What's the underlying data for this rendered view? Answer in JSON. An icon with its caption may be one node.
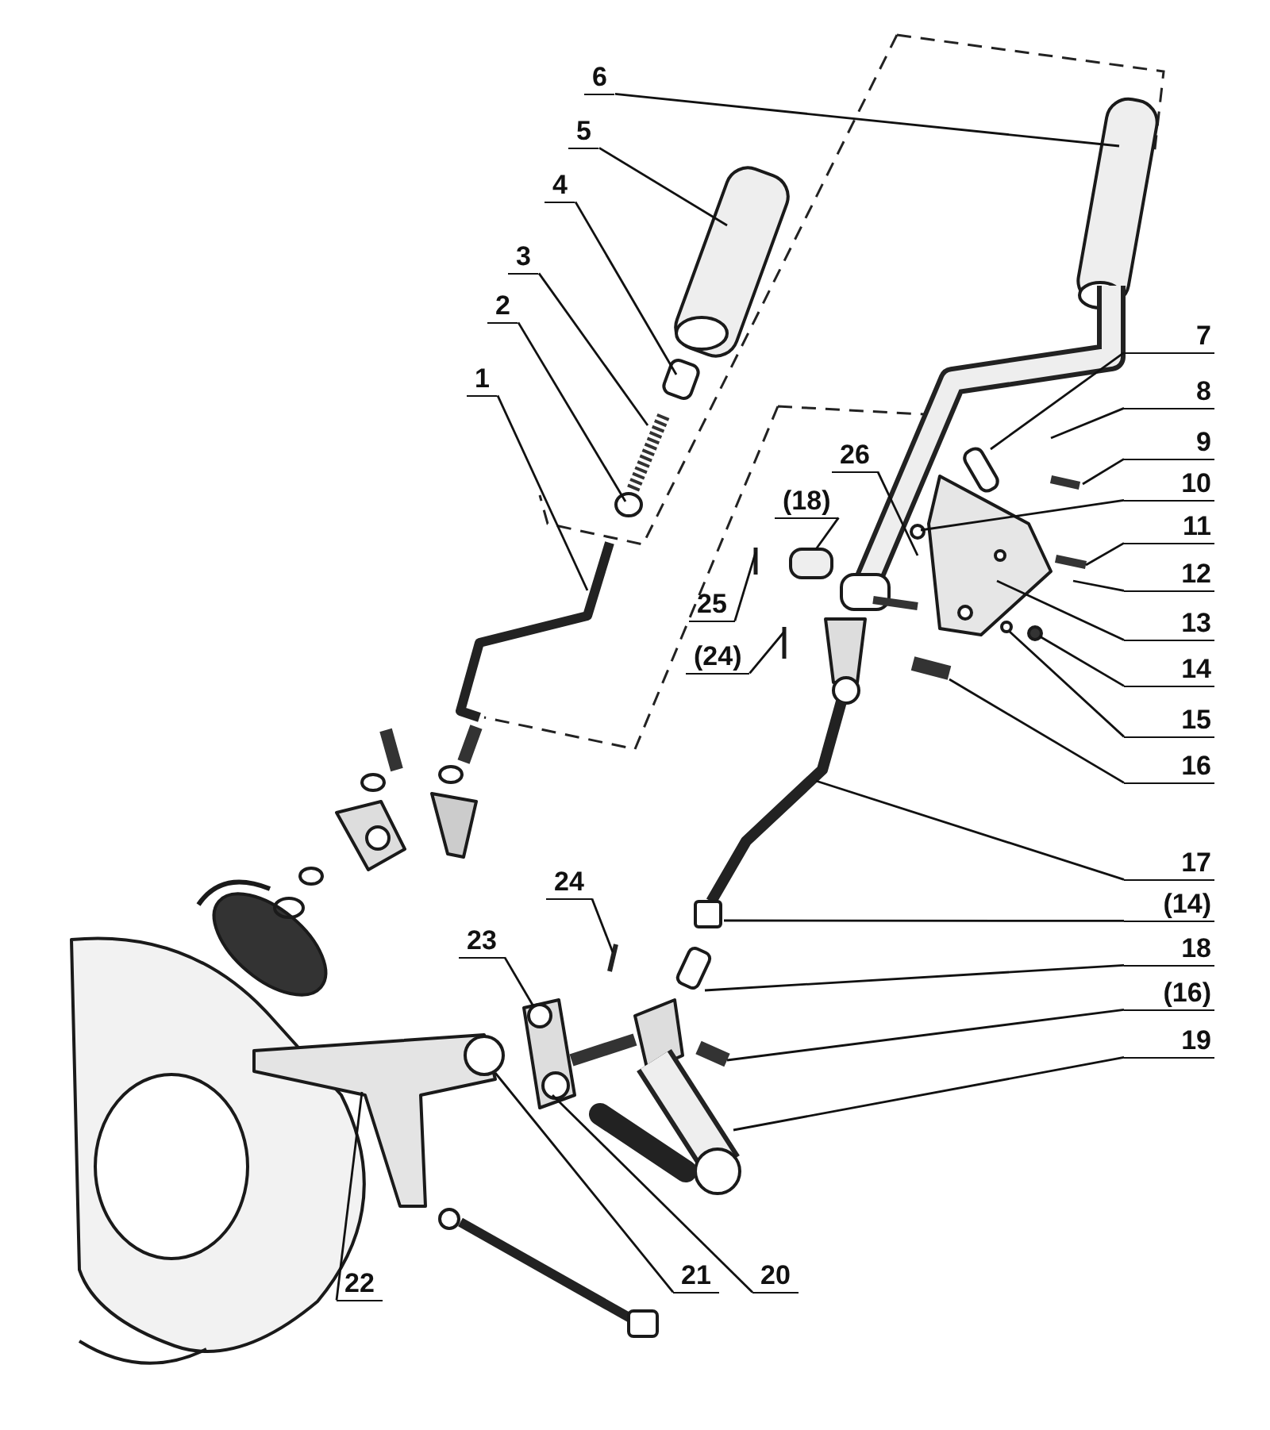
{
  "diagram": {
    "nodes": [
      {
        "text": [
          "6"
        ]
      },
      {
        "text": [
          "5"
        ]
      },
      {
        "text": [
          "4"
        ]
      },
      {
        "text": [
          "3"
        ]
      },
      {
        "text": [
          "2"
        ]
      },
      {
        "text": [
          "1"
        ]
      },
      {
        "text": [
          "7"
        ]
      },
      {
        "text": [
          "8"
        ]
      },
      {
        "text": [
          "9"
        ]
      },
      {
        "text": [
          "10"
        ]
      },
      {
        "text": [
          "11"
        ]
      },
      {
        "text": [
          "12"
        ]
      },
      {
        "text": [
          "13"
        ]
      },
      {
        "text": [
          "14"
        ]
      },
      {
        "text": [
          "15"
        ]
      },
      {
        "text": [
          "16"
        ]
      },
      {
        "text": [
          "(18)"
        ]
      },
      {
        "text": [
          "26"
        ]
      },
      {
        "text": [
          "25"
        ]
      },
      {
        "text": [
          "(24)"
        ]
      },
      {
        "text": [
          "17"
        ]
      },
      {
        "text": [
          "(14)"
        ]
      },
      {
        "text": [
          "18"
        ]
      },
      {
        "text": [
          "(16)"
        ]
      },
      {
        "text": [
          "19"
        ]
      },
      {
        "text": [
          "24"
        ]
      },
      {
        "text": [
          "23"
        ]
      },
      {
        "text": [
          "22"
        ]
      },
      {
        "text": [
          "21"
        ]
      },
      {
        "text": [
          "20"
        ]
      }
    ],
    "edges": [
      {
        "from": 0,
        "to": null,
        "arrow": "none"
      },
      {
        "from": 1,
        "to": null,
        "arrow": "none"
      },
      {
        "from": 2,
        "to": null,
        "arrow": "none"
      },
      {
        "from": 3,
        "to": null,
        "arrow": "none"
      },
      {
        "from": 4,
        "to": null,
        "arrow": "none"
      },
      {
        "from": 5,
        "to": null,
        "arrow": "none"
      },
      {
        "from": 6,
        "to": null,
        "arrow": "none"
      },
      {
        "from": 7,
        "to": null,
        "arrow": "none"
      },
      {
        "from": 8,
        "to": null,
        "arrow": "none"
      },
      {
        "from": 9,
        "to": null,
        "arrow": "none"
      },
      {
        "from": 10,
        "to": null,
        "arrow": "none"
      },
      {
        "from": 11,
        "to": null,
        "arrow": "none"
      },
      {
        "from": 12,
        "to": null,
        "arrow": "none"
      },
      {
        "from": 13,
        "to": null,
        "arrow": "none"
      },
      {
        "from": 14,
        "to": null,
        "arrow": "none"
      },
      {
        "from": 15,
        "to": null,
        "arrow": "none"
      },
      {
        "from": 16,
        "to": null,
        "arrow": "none"
      },
      {
        "from": 17,
        "to": null,
        "arrow": "none"
      },
      {
        "from": 18,
        "to": null,
        "arrow": "none"
      },
      {
        "from": 19,
        "to": null,
        "arrow": "none"
      },
      {
        "from": 20,
        "to": null,
        "arrow": "none"
      },
      {
        "from": 21,
        "to": null,
        "arrow": "none"
      },
      {
        "from": 22,
        "to": null,
        "arrow": "none"
      },
      {
        "from": 23,
        "to": null,
        "arrow": "none"
      },
      {
        "from": 24,
        "to": null,
        "arrow": "none"
      },
      {
        "from": 25,
        "to": null,
        "arrow": "none"
      },
      {
        "from": 26,
        "to": null,
        "arrow": "none"
      },
      {
        "from": 27,
        "to": null,
        "arrow": "none"
      },
      {
        "from": 28,
        "to": null,
        "arrow": "none"
      },
      {
        "from": 29,
        "to": null,
        "arrow": "none"
      }
    ]
  }
}
